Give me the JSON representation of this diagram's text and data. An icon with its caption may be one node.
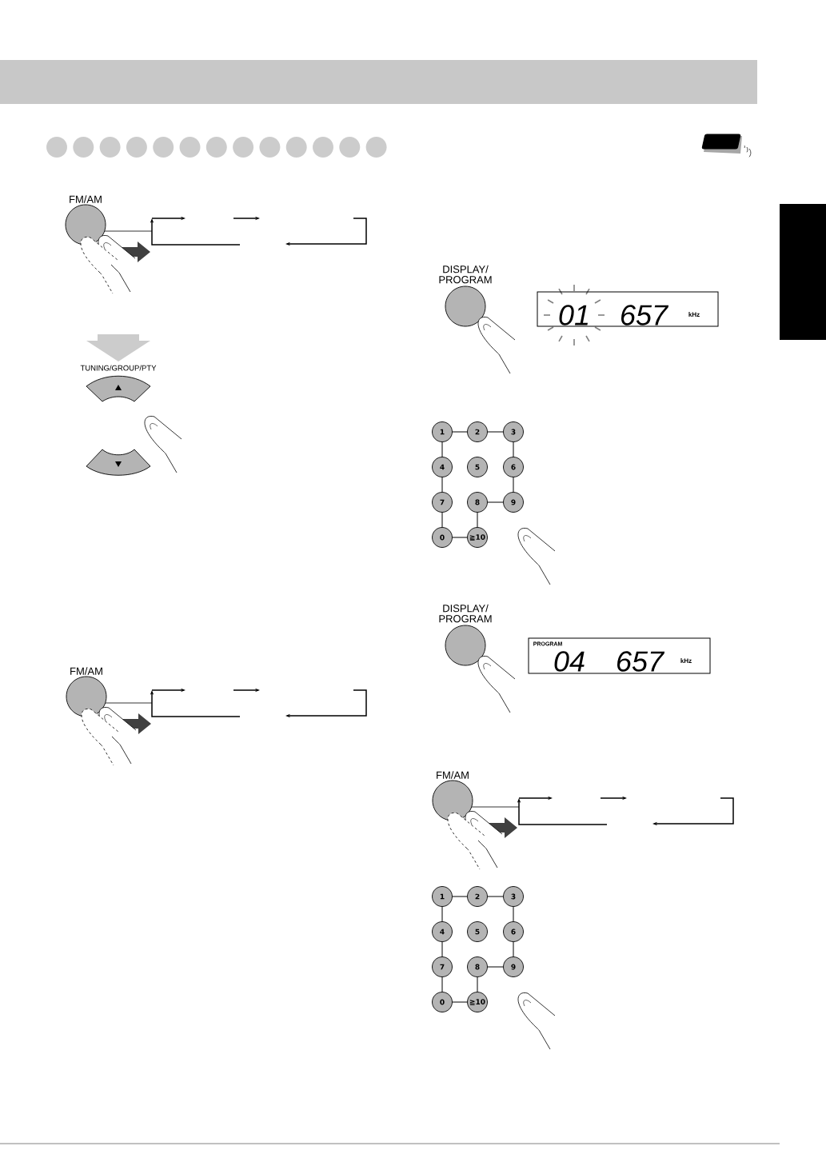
{
  "diagram": {
    "nodes": [
      {
        "text": [
          "FM/AM"
        ]
      },
      {
        "text": [
          "TUNING/GROUP/PTY"
        ]
      },
      {
        "text": [
          "FM/AM"
        ]
      },
      {
        "text": [
          "DISPLAY/ PROGRAM"
        ]
      },
      {
        "text": [
          "01",
          "657",
          "kHz"
        ]
      },
      {
        "text": [
          "1"
        ]
      },
      {
        "text": [
          "2"
        ]
      },
      {
        "text": [
          "3"
        ]
      },
      {
        "text": [
          "4"
        ]
      },
      {
        "text": [
          "5"
        ]
      },
      {
        "text": [
          "6"
        ]
      },
      {
        "text": [
          "7"
        ]
      },
      {
        "text": [
          "8"
        ]
      },
      {
        "text": [
          "9"
        ]
      },
      {
        "text": [
          "0"
        ]
      },
      {
        "text": [
          "≧10"
        ]
      },
      {
        "text": [
          "DISPLAY/ PROGRAM"
        ]
      },
      {
        "text": [
          "PROGRAM",
          "04",
          "657",
          "kHz"
        ]
      },
      {
        "text": [
          "FM/AM"
        ]
      },
      {
        "text": [
          "1"
        ]
      },
      {
        "text": [
          "2"
        ]
      },
      {
        "text": [
          "3"
        ]
      },
      {
        "text": [
          "4"
        ]
      },
      {
        "text": [
          "5"
        ]
      },
      {
        "text": [
          "6"
        ]
      },
      {
        "text": [
          "7"
        ]
      },
      {
        "text": [
          "8"
        ]
      },
      {
        "text": [
          "9"
        ]
      },
      {
        "text": [
          "0"
        ]
      },
      {
        "text": [
          "≧10"
        ]
      },
      {
        "text": [],
        "shape": "box"
      },
      {
        "text": [],
        "shape": "bar"
      }
    ],
    "edges": [
      {
        "from": 5,
        "to": 6,
        "arrow": "none"
      },
      {
        "from": 6,
        "to": 7,
        "arrow": "none"
      },
      {
        "from": 5,
        "to": 8,
        "arrow": "none"
      },
      {
        "from": 7,
        "to": 10,
        "arrow": "none"
      },
      {
        "from": 8,
        "to": 11,
        "arrow": "none"
      },
      {
        "from": 10,
        "to": 13,
        "arrow": "none"
      },
      {
        "from": 11,
        "to": 14,
        "arrow": "none"
      },
      {
        "from": 12,
        "to": 13,
        "arrow": "none"
      },
      {
        "from": 12,
        "to": 15,
        "arrow": "none"
      },
      {
        "from": 14,
        "to": 15,
        "arrow": "none"
      },
      {
        "from": 19,
        "to": 20,
        "arrow": "none"
      },
      {
        "from": 20,
        "to": 21,
        "arrow": "none"
      },
      {
        "from": 19,
        "to": 22,
        "arrow": "none"
      },
      {
        "from": 21,
        "to": 24,
        "arrow": "none"
      },
      {
        "from": 22,
        "to": 25,
        "arrow": "none"
      },
      {
        "from": 24,
        "to": 27,
        "arrow": "none"
      },
      {
        "from": 25,
        "to": 28,
        "arrow": "none"
      },
      {
        "from": 26,
        "to": 27,
        "arrow": "none"
      },
      {
        "from": 26,
        "to": 29,
        "arrow": "none"
      },
      {
        "from": 28,
        "to": 29,
        "arrow": "none"
      }
    ]
  }
}
